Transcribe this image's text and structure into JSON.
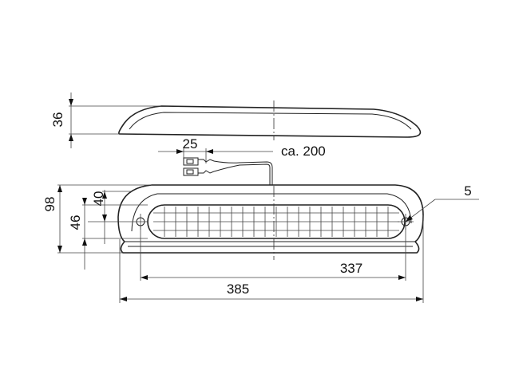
{
  "dimensions": {
    "top_height": "36",
    "connector_width": "25",
    "cable_length": "ca. 200",
    "overall_height": "98",
    "lens_height": "46",
    "upper_offset": "40",
    "screw_diameter": "5",
    "hole_spacing": "337",
    "overall_length": "385"
  }
}
